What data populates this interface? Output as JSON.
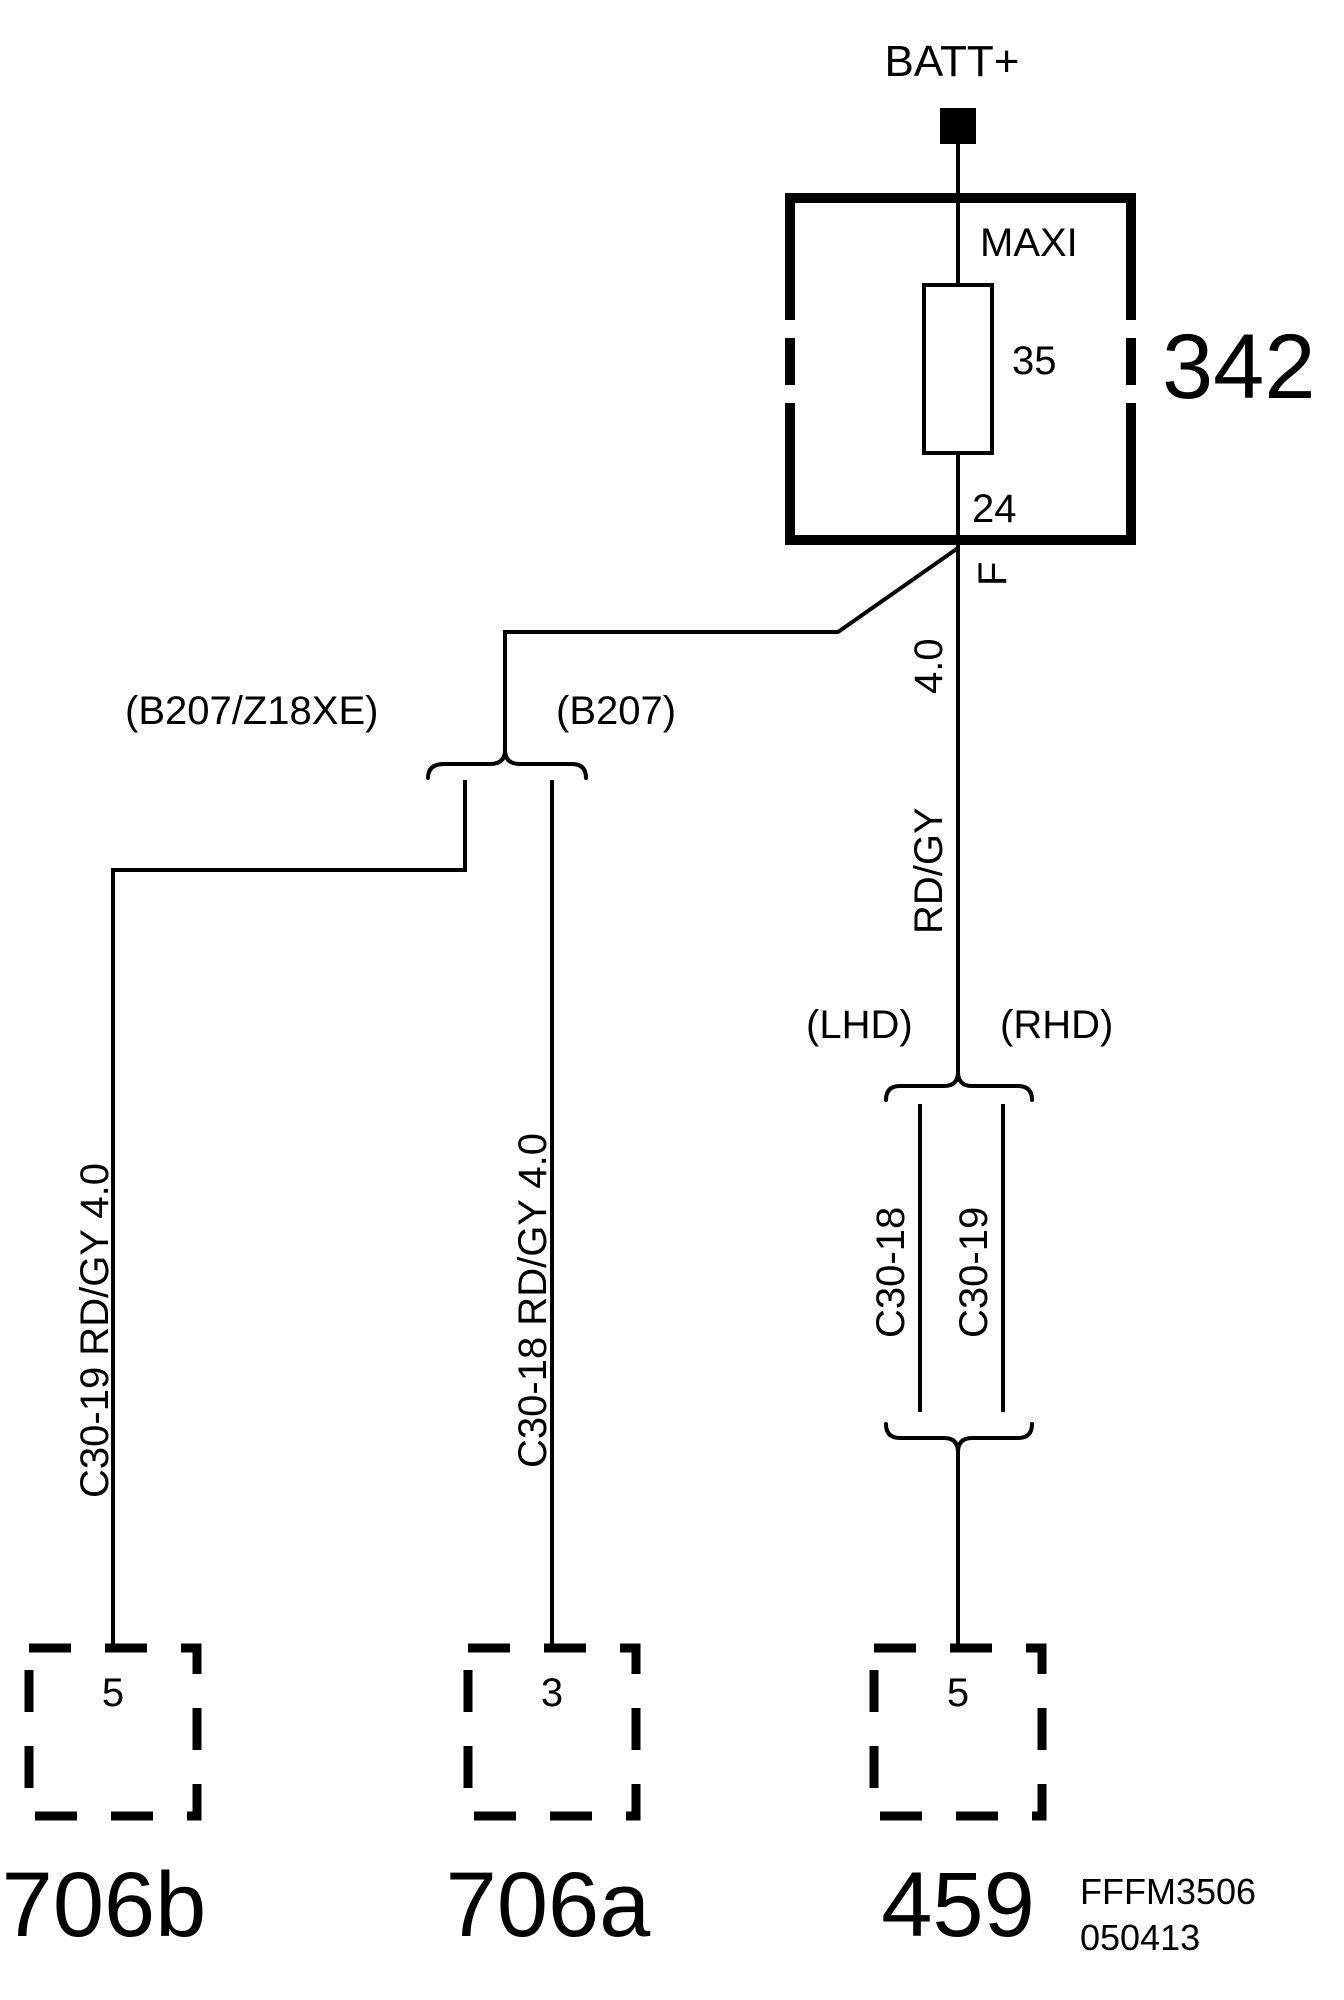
{
  "supply": {
    "label": "BATT+"
  },
  "fuse_box": {
    "id": "342",
    "type_label": "MAXI",
    "rating": "35",
    "fuse_number": "24",
    "pin_label": "F"
  },
  "main_wire": {
    "size": "4.0",
    "color": "RD/GY"
  },
  "branch_left": {
    "variant_left": "(B207/Z18XE)",
    "variant_right": "(B207)"
  },
  "branch_right": {
    "variant_left": "(LHD)",
    "variant_right": "(RHD)",
    "wire_left": "C30-18",
    "wire_right": "C30-19"
  },
  "wires": [
    {
      "label": "C30-19  RD/GY 4.0"
    },
    {
      "label": "C30-18  RD/GY 4.0"
    }
  ],
  "connectors": [
    {
      "id": "706b",
      "pin": "5"
    },
    {
      "id": "706a",
      "pin": "3"
    },
    {
      "id": "459",
      "pin": "5"
    }
  ],
  "drawing_code": {
    "line1": "FFFM3506",
    "line2": "050413"
  }
}
